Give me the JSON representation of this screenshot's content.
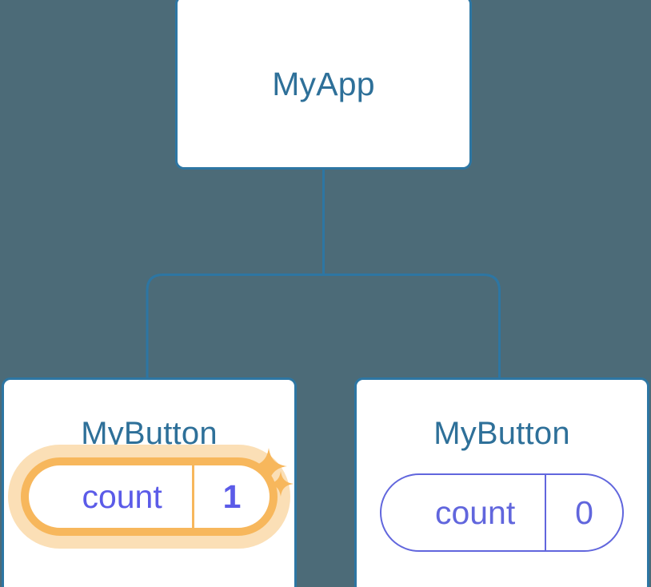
{
  "diagram": {
    "type": "component-tree",
    "background_color": "#4c6b78",
    "edge_color": "#2d76a3",
    "node_border_color": "#2d76a3",
    "node_title_color": "#2e7099",
    "state_color": "#6166dd",
    "highlight_color": "#f7b75c",
    "highlight_glow_color": "#fbdfb6"
  },
  "root": {
    "title": "MyApp"
  },
  "children": [
    {
      "title": "MyButton",
      "state": {
        "key": "count",
        "value": "1"
      },
      "highlighted": true,
      "sparkles": [
        "sparkle-large-icon",
        "sparkle-small-icon"
      ]
    },
    {
      "title": "MyButton",
      "state": {
        "key": "count",
        "value": "0"
      },
      "highlighted": false
    }
  ]
}
